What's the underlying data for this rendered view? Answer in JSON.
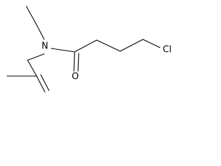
{
  "atoms": {
    "nitrogen": "N",
    "oxygen": "O",
    "chlorine": "Cl"
  }
}
